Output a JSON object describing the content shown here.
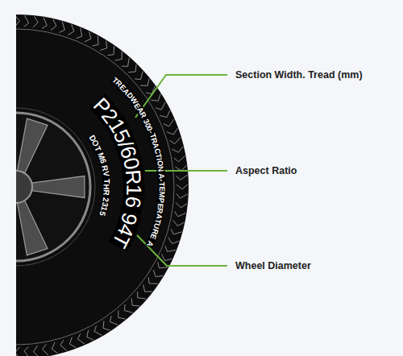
{
  "diagram": {
    "labels": [
      "TREADWEAR 300-TRACTION A-TEMPERATURE A",
      "P215/60R16 94T",
      "DOT M6 RV THR 2315",
      "Section Width. Tread (mm)",
      "Aspect Ratio",
      "Wheel Diameter"
    ]
  }
}
